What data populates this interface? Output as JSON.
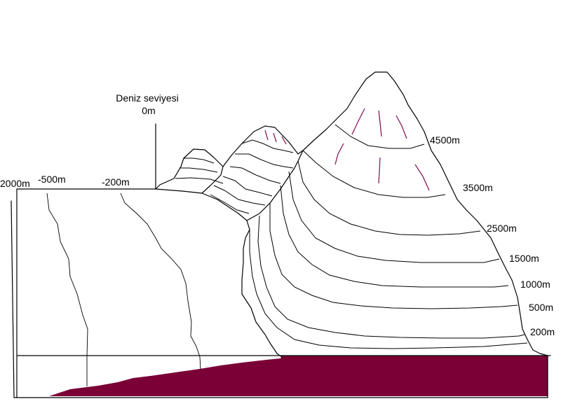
{
  "labels": {
    "sea_level_title": "Deniz seviyesi",
    "sea_level_zero": "0m",
    "depth_2000": "2000m",
    "depth_500": "-500m",
    "depth_200": "-200m",
    "alt_4500": "4500m",
    "alt_3500": "3500m",
    "alt_2500": "2500m",
    "alt_1500": "1500m",
    "alt_1000": "1000m",
    "alt_500": "500m",
    "alt_200": "200m"
  },
  "colors": {
    "ground": "#7a0036",
    "hatch": "#8a1a5a",
    "line": "#000000",
    "background": "#ffffff"
  }
}
